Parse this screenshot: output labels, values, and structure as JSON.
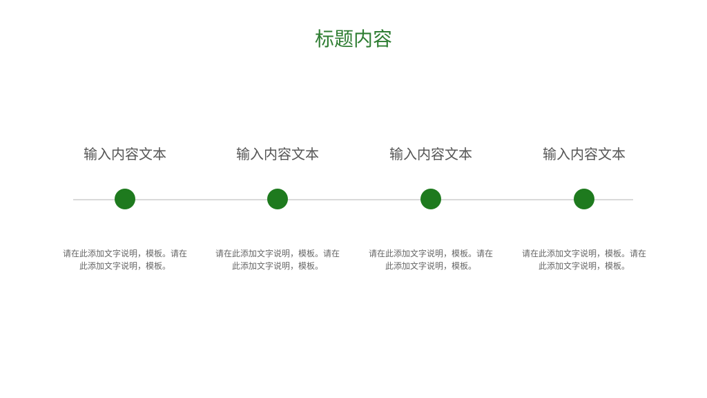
{
  "title": "标题内容",
  "accent_color": "#1e7a1e",
  "line_color": "#d9d9d9",
  "steps": [
    {
      "heading": "输入内容文本",
      "description": "请在此添加文字说明，模板。请在此添加文字说明，模板。"
    },
    {
      "heading": "输入内容文本",
      "description": "请在此添加文字说明，模板。请在此添加文字说明，模板。"
    },
    {
      "heading": "输入内容文本",
      "description": "请在此添加文字说明，模板。请在此添加文字说明，模板。"
    },
    {
      "heading": "输入内容文本",
      "description": "请在此添加文字说明，模板。请在此添加文字说明，模板。"
    }
  ]
}
